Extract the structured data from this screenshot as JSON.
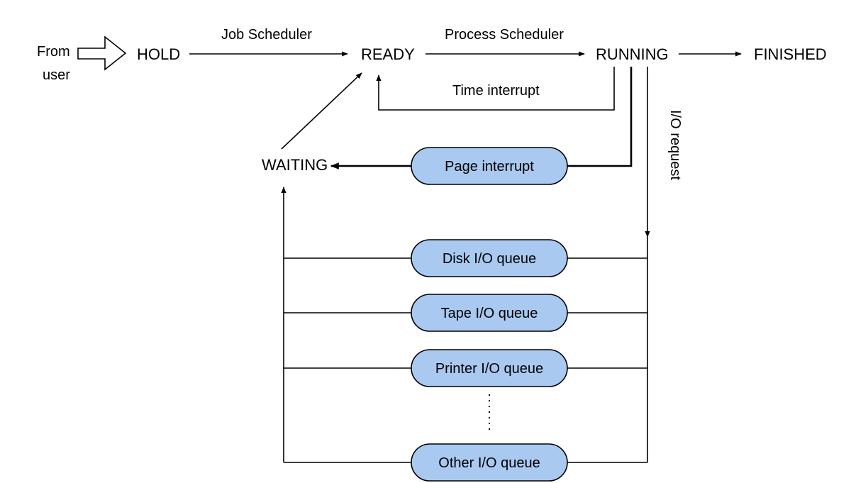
{
  "states": {
    "hold": "HOLD",
    "ready": "READY",
    "running": "RUNNING",
    "finished": "FINISHED",
    "waiting": "WAITING"
  },
  "source": {
    "line1": "From",
    "line2": "user"
  },
  "transitions": {
    "job_scheduler": "Job Scheduler",
    "process_scheduler": "Process Scheduler",
    "time_interrupt": "Time interrupt",
    "io_request": "I/O request"
  },
  "queues": {
    "page_interrupt": "Page interrupt",
    "disk": "Disk I/O queue",
    "tape": "Tape I/O queue",
    "printer": "Printer I/O queue",
    "other": "Other I/O queue"
  },
  "colors": {
    "queue_fill": "#a9c9f0",
    "line": "#000000",
    "background": "#ffffff"
  }
}
